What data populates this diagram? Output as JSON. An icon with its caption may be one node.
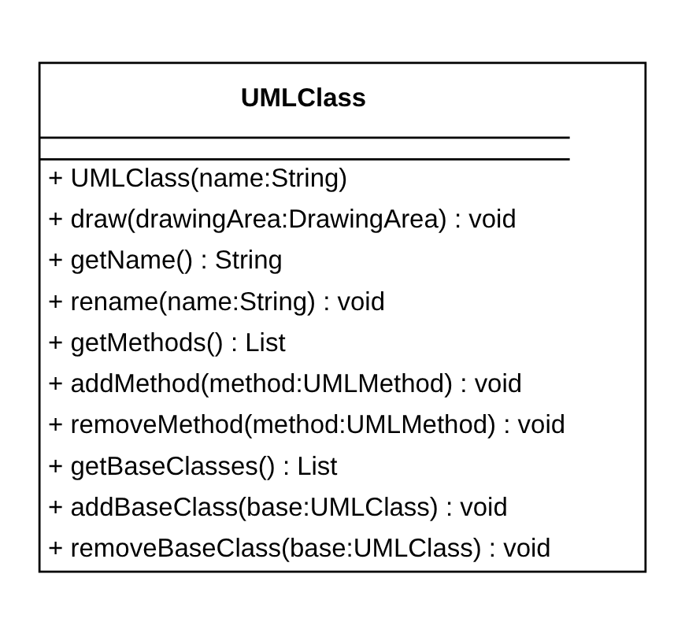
{
  "diagram": {
    "nodes": [
      {
        "text": [
          "UMLClass",
          "+ UMLClass(name:String)",
          "+ draw(drawingArea:DrawingArea) : void",
          "+ getName() : String",
          "+ rename(name:String) : void",
          "+ getMethods() : List",
          "+ addMethod(method:UMLMethod) : void",
          "+ removeMethod(method:UMLMethod) : void",
          "+ getBaseClasses() : List",
          "+ addBaseClass(base:UMLClass) : void",
          "+ removeBaseClass(base:UMLClass) : void"
        ]
      }
    ]
  }
}
